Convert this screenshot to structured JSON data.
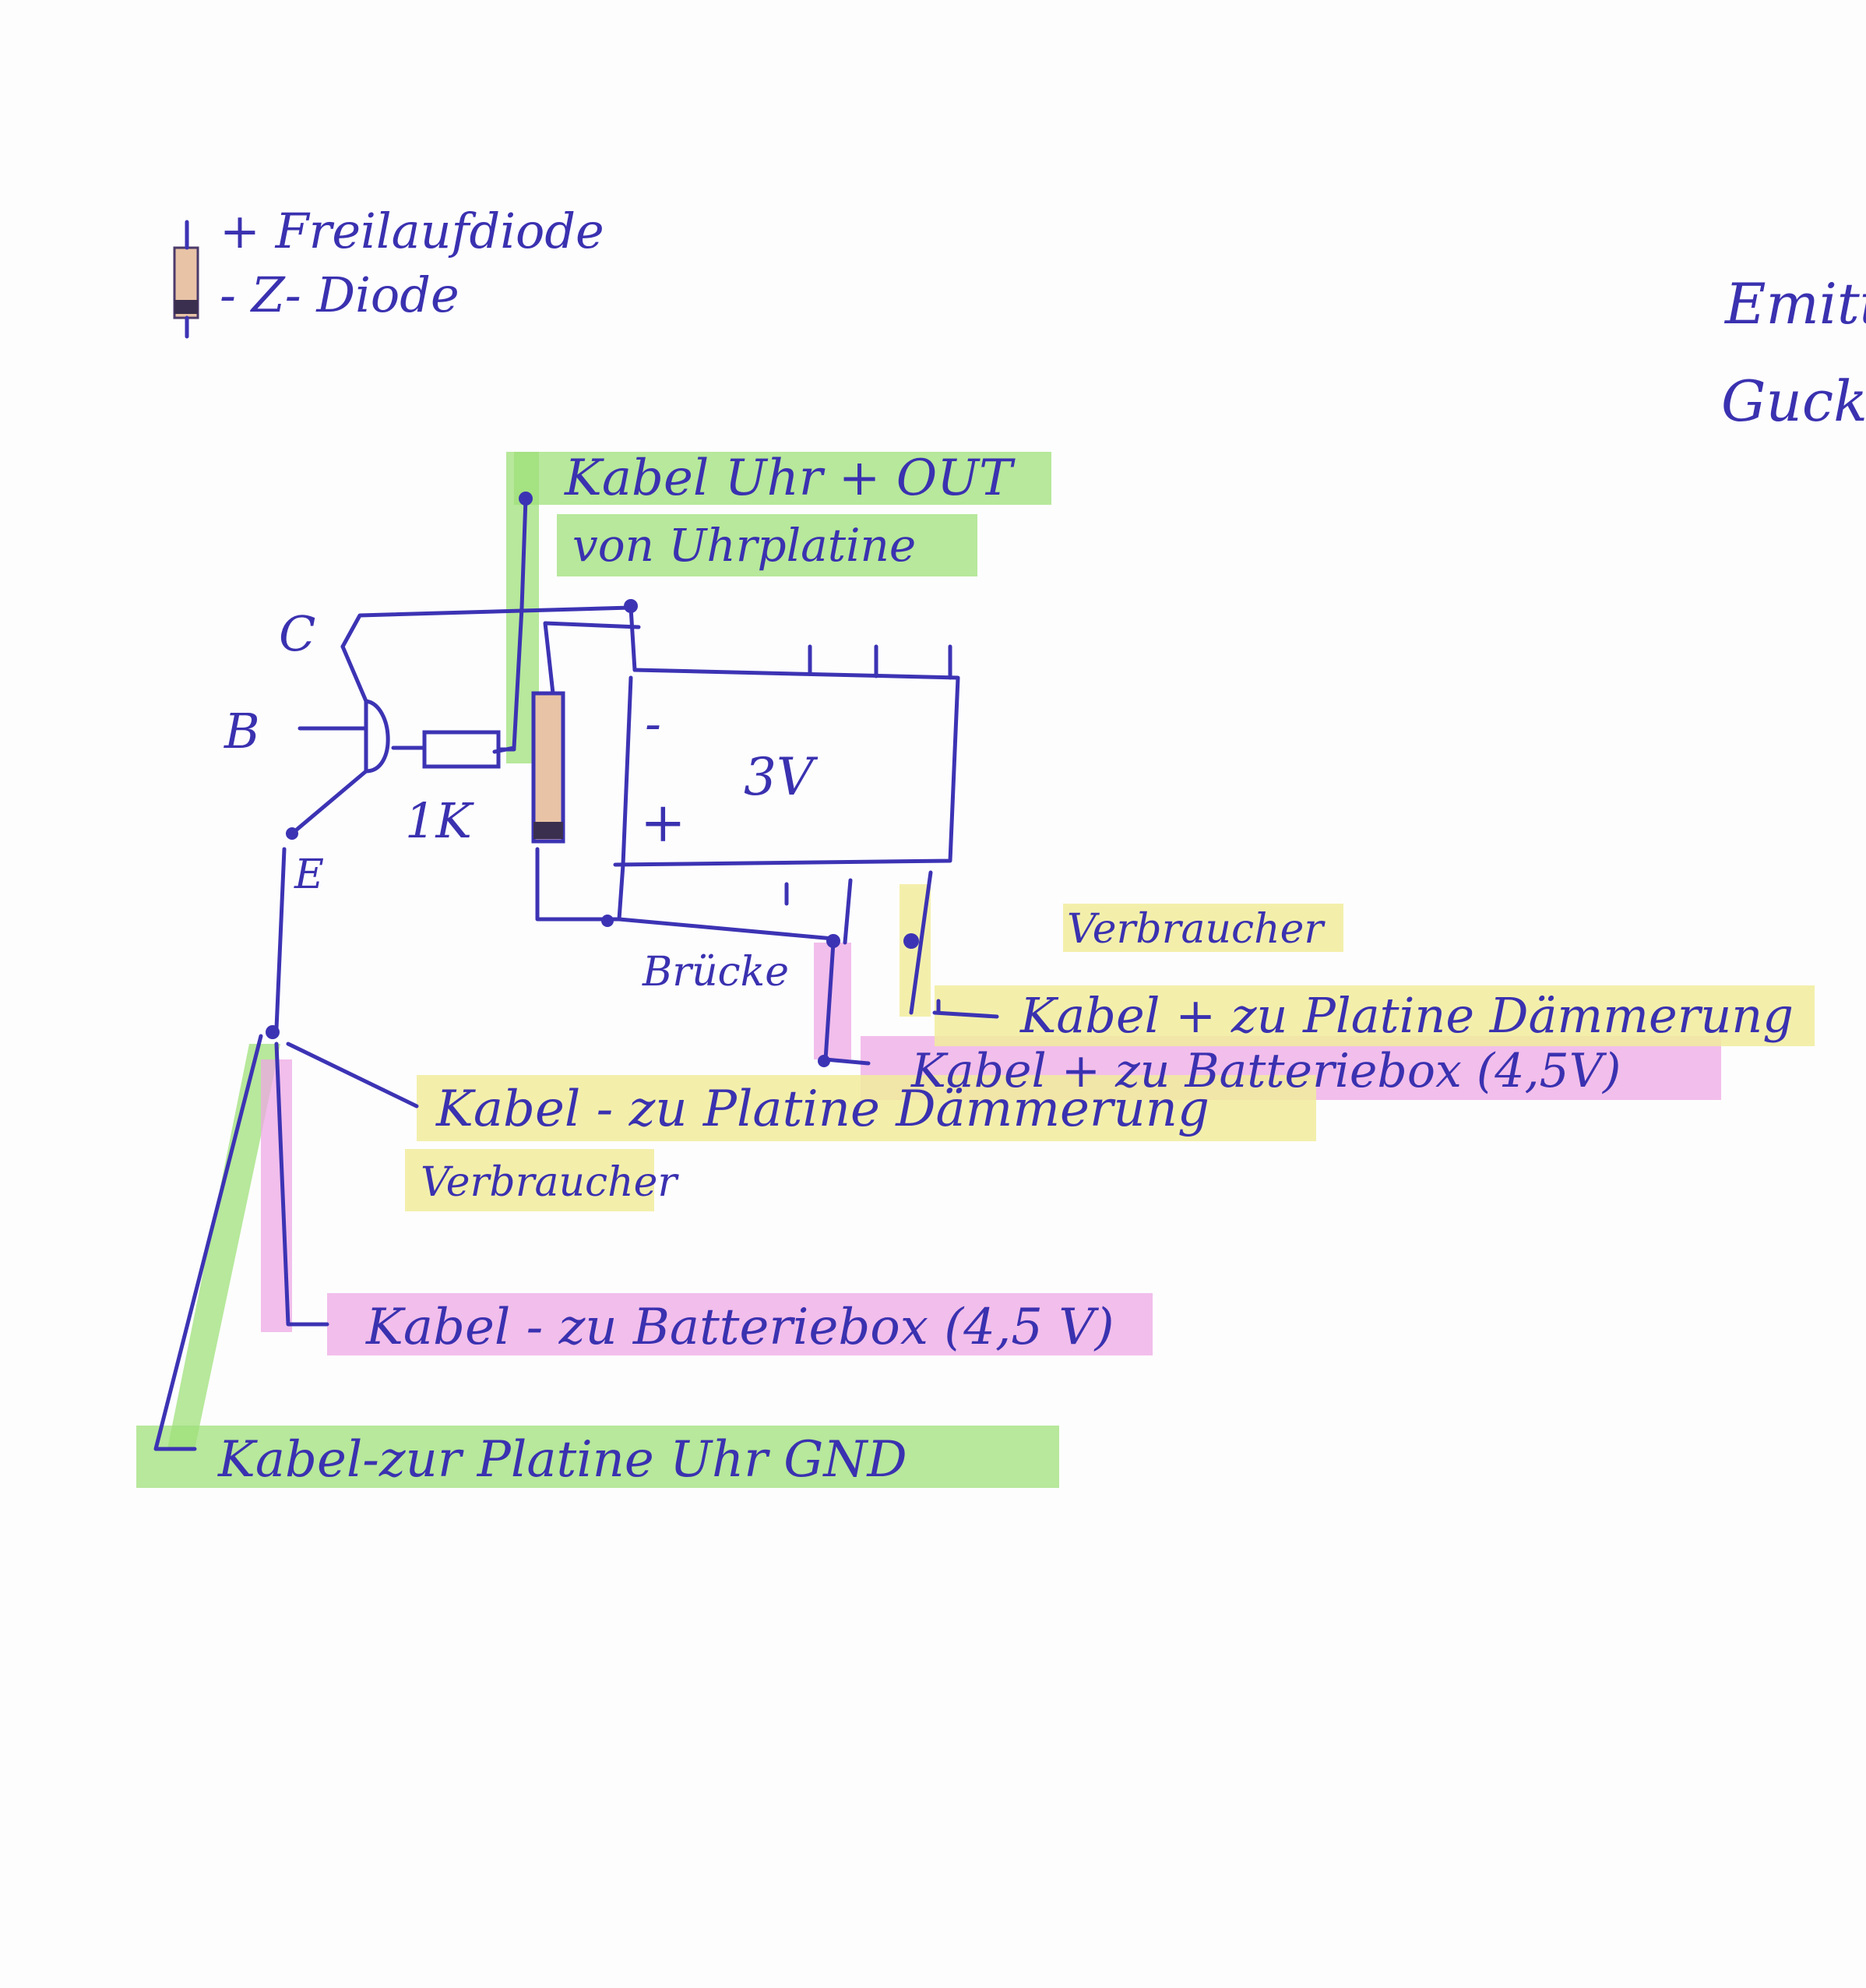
{
  "legend": {
    "plus_label": "+ Freilaufdiode",
    "minus_label": "- Z- Diode"
  },
  "margin_note": {
    "line1": "Emitt",
    "line2": "Gucke"
  },
  "transistor": {
    "collector": "C",
    "base": "B",
    "emitter": "E"
  },
  "resistor_label": "1K",
  "battery": {
    "voltage": "3V",
    "minus": "-",
    "plus": "+"
  },
  "bridge_label": "Brücke",
  "wire_labels": {
    "clock_out_line1": "Kabel Uhr + OUT",
    "clock_out_line2": "von Uhrplatine",
    "consumer_label": "Verbraucher",
    "cable_plus_dusk": "Kabel + zu Platine Dämmerung",
    "cable_plus_battery": "Kabel + zu Batteriebox (4,5V)",
    "cable_minus_dusk_line1": "Kabel - zu Platine Dämmerung",
    "cable_minus_dusk_line2": "Verbraucher",
    "cable_minus_battery": "Kabel - zu Batteriebox (4,5 V)",
    "cable_gnd": "Kabel-zur Platine Uhr GND"
  },
  "colors": {
    "ink": "#3c33b4",
    "green_marker": "#9fe07a",
    "yellow_marker": "#f1ec9c",
    "pink_marker": "#eea8e4",
    "diode_body": "#e8c3a6"
  }
}
